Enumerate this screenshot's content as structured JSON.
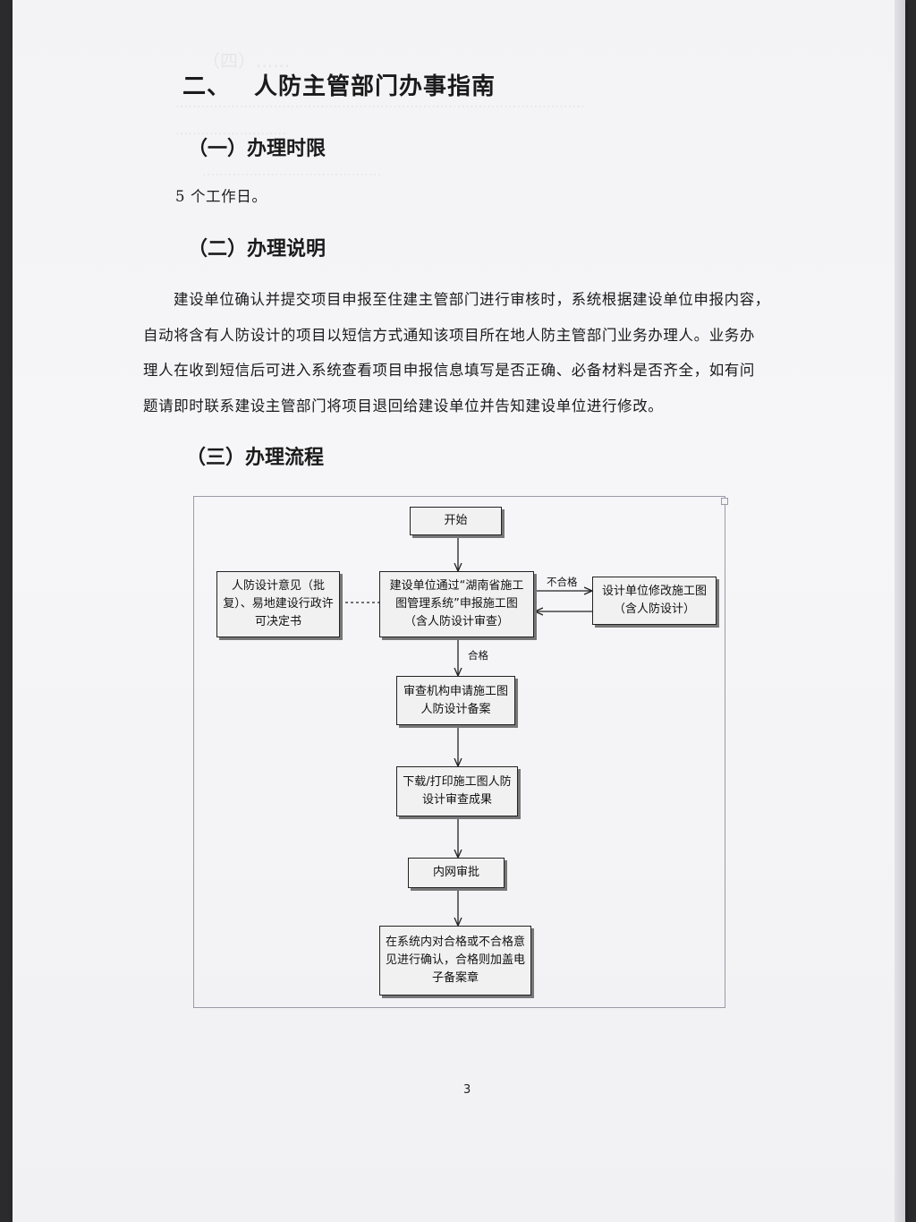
{
  "heading": {
    "number": "二、",
    "title": "人防主管部门办事指南"
  },
  "sections": {
    "time_limit": {
      "title": "（一）办理时限",
      "content": "5 个工作日。"
    },
    "description": {
      "title": "（二）办理说明",
      "lines": [
        "建设单位确认并提交项目申报至住建主管部门进行审核时，系统根据建设单位申报内容，",
        "自动将含有人防设计的项目以短信方式通知该项目所在地人防主管部门业务办理人。业务办",
        "理人在收到短信后可进入系统查看项目申报信息填写是否正确、必备材料是否齐全，如有问",
        "题请即时联系建设主管部门将项目退回给建设单位并告知建设单位进行修改。"
      ]
    },
    "process": {
      "title": "（三）办理流程"
    }
  },
  "flowchart": {
    "start": "开始",
    "submit": "建设单位通过“湖南省施工图管理系统”申报施工图（含人防设计审查）",
    "left_note": "人防设计意见（批复）、易地建设行政许可决定书",
    "revise": "设计单位修改施工图（含人防设计）",
    "label_fail": "不合格",
    "label_pass": "合格",
    "filing": "审查机构申请施工图人防设计备案",
    "download": "下载/打印施工图人防设计审查成果",
    "intranet": "内网审批",
    "confirm": "在系统内对合格或不合格意见进行确认，合格则加盖电子备案章"
  },
  "page_number": "3"
}
